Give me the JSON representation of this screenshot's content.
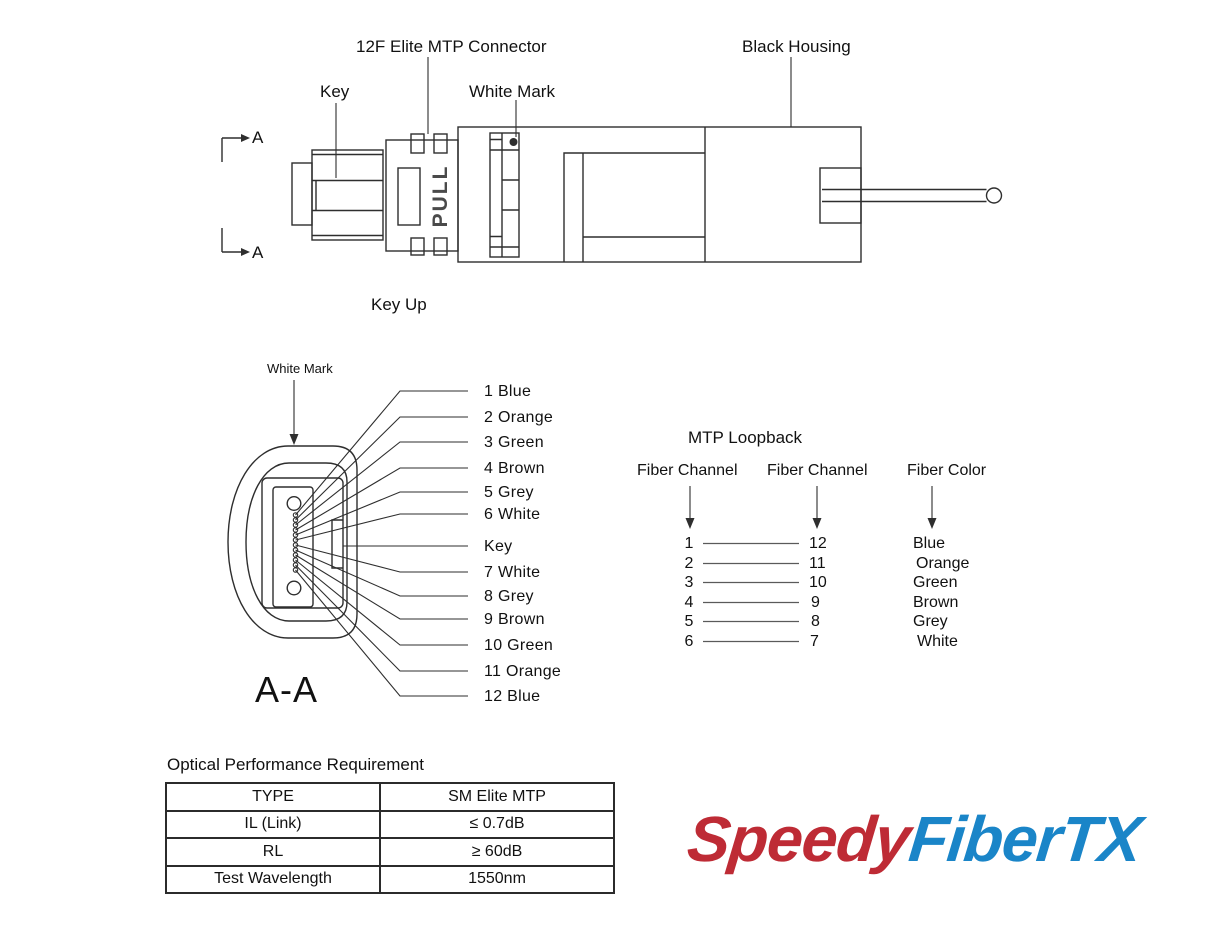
{
  "top_view": {
    "section_label": "A",
    "key_label": "Key",
    "connector_label": "12F Elite MTP Connector",
    "white_mark_label": "White Mark",
    "black_housing_label": "Black Housing",
    "pull_label": "PULL",
    "key_up_label": "Key Up"
  },
  "cross_section": {
    "section_title": "A-A",
    "white_mark_label": "White Mark",
    "fiber_labels": [
      "1 Blue",
      "2 Orange",
      "3 Green",
      "4 Brown",
      "5 Grey",
      "6 White",
      "Key",
      "7 White",
      "8 Grey",
      "9 Brown",
      "10 Green",
      "11 Orange",
      "12 Blue"
    ]
  },
  "loopback": {
    "title": "MTP Loopback",
    "headers": [
      "Fiber Channel",
      "Fiber Channel",
      "Fiber Color"
    ],
    "rows": [
      {
        "from": "1",
        "to": "12",
        "color": "Blue"
      },
      {
        "from": "2",
        "to": "11",
        "color": "Orange"
      },
      {
        "from": "3",
        "to": "10",
        "color": "Green"
      },
      {
        "from": "4",
        "to": "9",
        "color": "Brown"
      },
      {
        "from": "5",
        "to": "8",
        "color": "Grey"
      },
      {
        "from": "6",
        "to": "7",
        "color": "White"
      }
    ]
  },
  "optical_performance": {
    "title": "Optical Performance Requirement",
    "rows": [
      [
        "TYPE",
        "SM Elite MTP"
      ],
      [
        "IL (Link)",
        "≤ 0.7dB"
      ],
      [
        "RL",
        "≥ 60dB"
      ],
      [
        "Test Wavelength",
        "1550nm"
      ]
    ]
  },
  "logo": {
    "text_red": "Speedy",
    "text_blue": "FiberTX",
    "red_color": "#BE2B35",
    "blue_color": "#1A85C8"
  }
}
